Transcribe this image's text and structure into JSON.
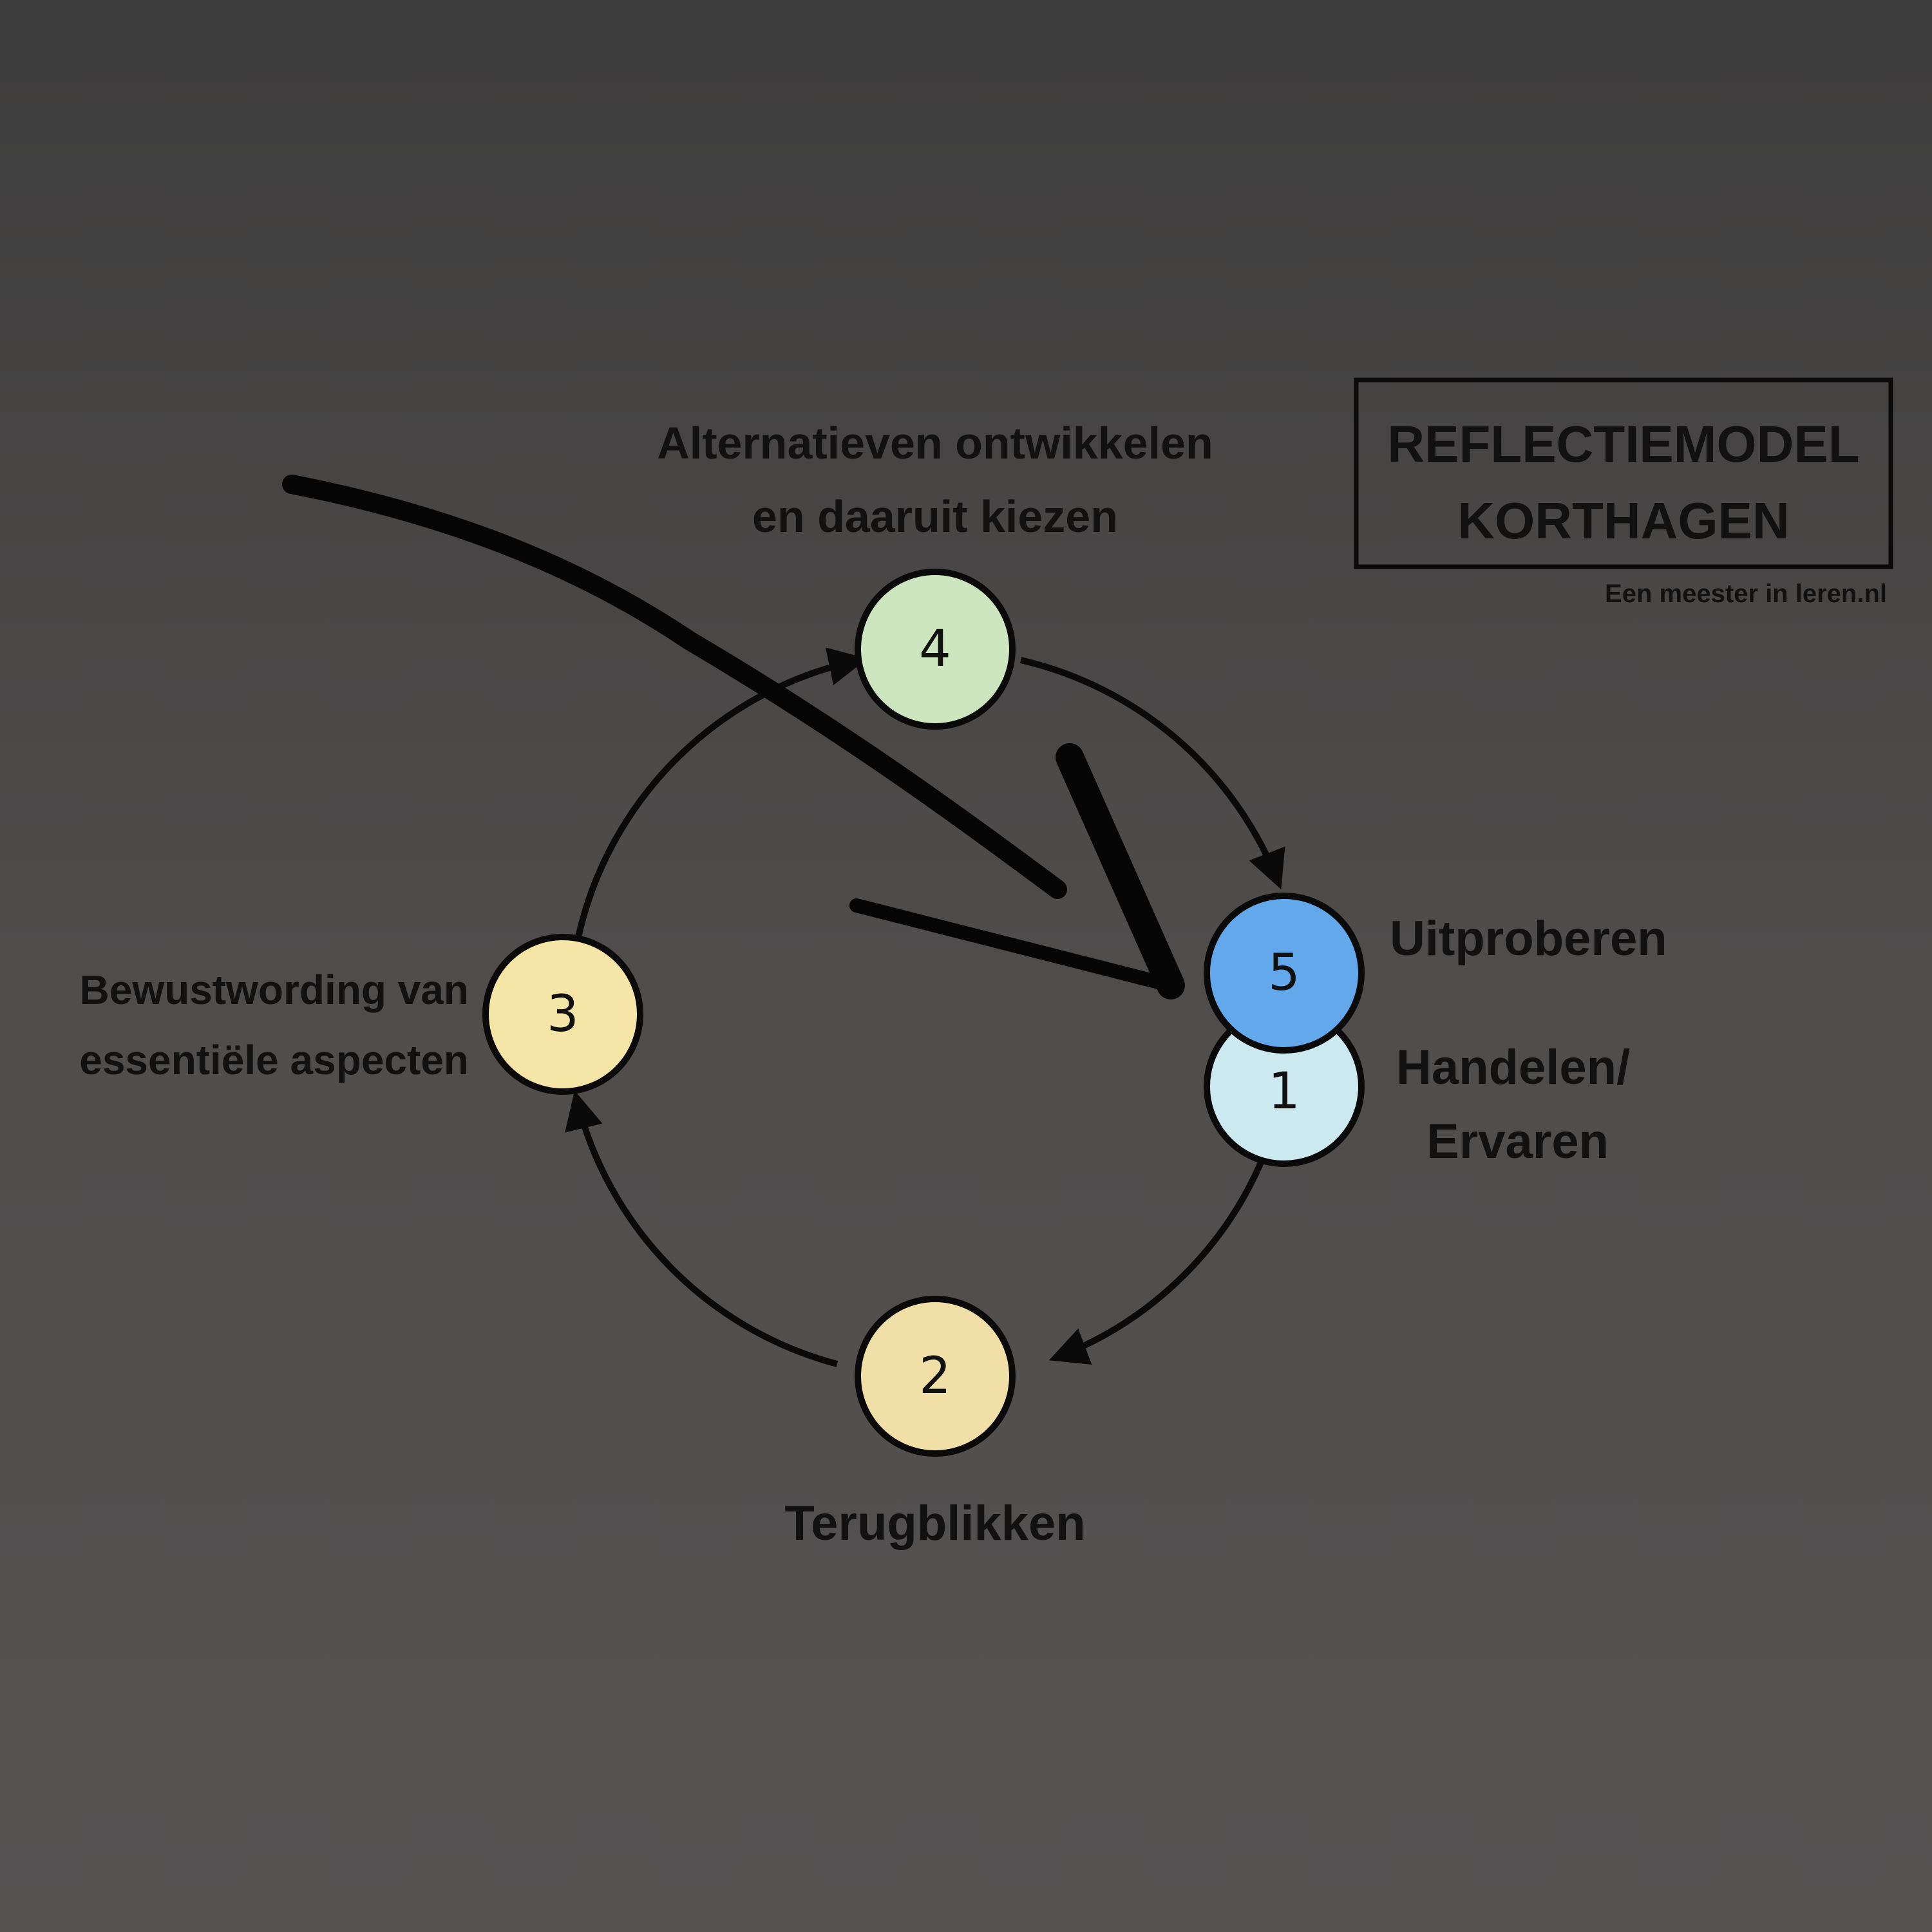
{
  "title": {
    "line1": "REFLECTIEMODEL",
    "line2": "KORTHAGEN",
    "credit": "Een meester in leren.nl"
  },
  "colors": {
    "background": "#4f4d4c",
    "ink": "#111111",
    "step1": "#cde9f0",
    "step2": "#f0dfa6",
    "step3": "#f5e6a8",
    "step4": "#cde6c0",
    "step5": "#62a8ea"
  },
  "steps": [
    {
      "number": "1",
      "label_lines": [
        "Handelen/",
        "Ervaren"
      ]
    },
    {
      "number": "2",
      "label_lines": [
        "Terugblikken"
      ]
    },
    {
      "number": "3",
      "label_lines": [
        "Bewustwording van",
        "essentiële aspecten"
      ]
    },
    {
      "number": "4",
      "label_lines": [
        "Alternatieven ontwikkelen",
        "en daaruit kiezen"
      ]
    },
    {
      "number": "5",
      "label_lines": [
        "Uitproberen"
      ]
    }
  ]
}
